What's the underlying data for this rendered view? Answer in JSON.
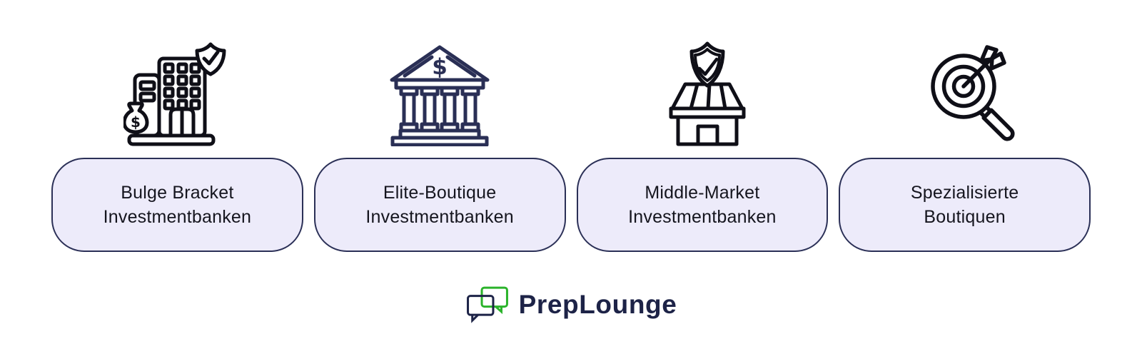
{
  "cards": [
    {
      "icon": "office-building-moneybag-shield-icon",
      "label_line1": "Bulge Bracket",
      "label_line2": "Investmentbanken"
    },
    {
      "icon": "classical-bank-icon",
      "label_line1": "Elite-Boutique",
      "label_line2": "Investmentbanken"
    },
    {
      "icon": "storefront-shield-icon",
      "label_line1": "Middle-Market",
      "label_line2": "Investmentbanken"
    },
    {
      "icon": "target-magnifier-icon",
      "label_line1": "Spezialisierte",
      "label_line2": "Boutiquen"
    }
  ],
  "logo": {
    "name": "PrepLounge"
  },
  "colors": {
    "card_fill": "#EDEBFA",
    "card_border": "#2B3057",
    "card_text": "#15151E",
    "icon_dark": "#0F0F17",
    "icon_navy": "#2A2F55",
    "logo_navy": "#1D2347",
    "logo_green": "#2BB32B"
  }
}
